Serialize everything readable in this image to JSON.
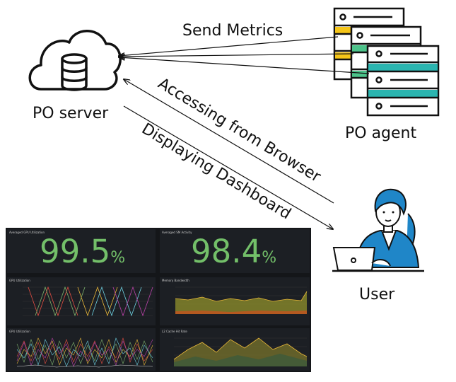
{
  "labels": {
    "send_metrics": "Send Metrics",
    "po_server": "PO server",
    "po_agent": "PO agent",
    "accessing": "Accessing from Browser",
    "displaying": "Displaying Dashboard",
    "user": "User"
  },
  "dashboard": {
    "stat_left": {
      "title": "Averaged GPU Utilization",
      "value": "99.5",
      "unit": "%"
    },
    "stat_right": {
      "title": "Averaged SM Activity",
      "value": "98.4",
      "unit": "%"
    },
    "panels": [
      {
        "title": "GPU Utilization"
      },
      {
        "title": "Memory Bandwidth"
      },
      {
        "title": "GPU Utilization"
      },
      {
        "title": "L2 Cache Hit Rate"
      }
    ]
  },
  "colors": {
    "stat_green": "#73bf69",
    "dash_bg": "#141619",
    "agent_yellow": "#f5c518",
    "agent_green": "#4cc38a",
    "agent_teal": "#2bb5b0",
    "user_blue": "#1f86c8"
  },
  "icons": [
    "cloud-database-icon",
    "server-stack-icon",
    "user-laptop-icon"
  ]
}
